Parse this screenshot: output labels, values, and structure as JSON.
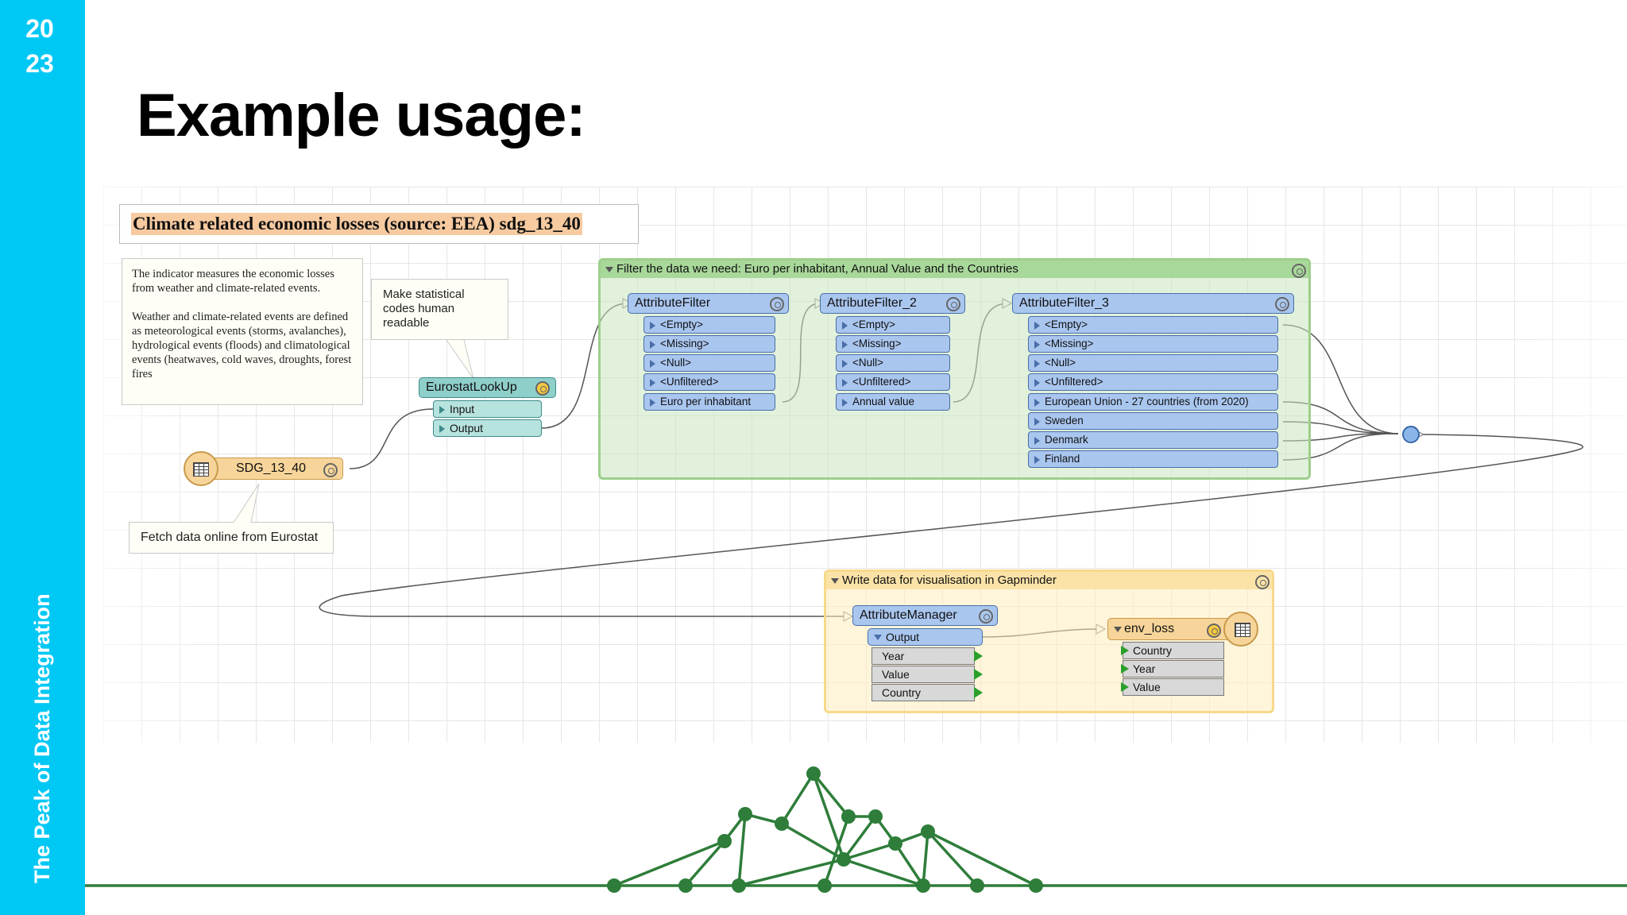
{
  "sidebar": {
    "year_top": "20",
    "year_bottom": "23",
    "event_name": "The Peak of Data Integration"
  },
  "slide": {
    "title": "Example usage:"
  },
  "workspace": {
    "header_annotation": "Climate related economic losses (source: EEA) sdg_13_40",
    "description_note": {
      "paragraph1": "The indicator measures the economic losses from weather and climate-related events.",
      "paragraph2": "Weather and climate-related events are defined as meteorological events (storms, avalanches), hydrological events (floods) and climatological events (heatwaves, cold waves, droughts, forest fires"
    },
    "lookup_note": "Make statistical codes human readable",
    "fetch_note": "Fetch data online from Eurostat",
    "reader": {
      "name": "SDG_13_40"
    },
    "lookup": {
      "name": "EurostatLookUp",
      "ports": [
        "Input",
        "Output"
      ]
    },
    "filter_bookmark": {
      "title": "Filter the data we need: Euro per inhabitant, Annual Value and the Countries",
      "filter1": {
        "name": "AttributeFilter",
        "ports": [
          "<Empty>",
          "<Missing>",
          "<Null>",
          "<Unfiltered>",
          "Euro per inhabitant"
        ]
      },
      "filter2": {
        "name": "AttributeFilter_2",
        "ports": [
          "<Empty>",
          "<Missing>",
          "<Null>",
          "<Unfiltered>",
          "Annual value"
        ]
      },
      "filter3": {
        "name": "AttributeFilter_3",
        "ports": [
          "<Empty>",
          "<Missing>",
          "<Null>",
          "<Unfiltered>",
          "European Union - 27 countries (from 2020)",
          "Sweden",
          "Denmark",
          "Finland"
        ]
      }
    },
    "write_bookmark": {
      "title": "Write data for visualisation in Gapminder",
      "manager": {
        "name": "AttributeManager",
        "output_label": "Output",
        "attributes": [
          "Year",
          "Value",
          "Country"
        ]
      },
      "writer": {
        "name": "env_loss",
        "attributes": [
          "Country",
          "Year",
          "Value"
        ]
      }
    }
  },
  "colors": {
    "sidebar": "#00c8f5",
    "logo_green": "#2e7d3a"
  },
  "icons": {
    "reader": "table-icon",
    "writer": "table-icon",
    "settings": "gear-icon"
  }
}
